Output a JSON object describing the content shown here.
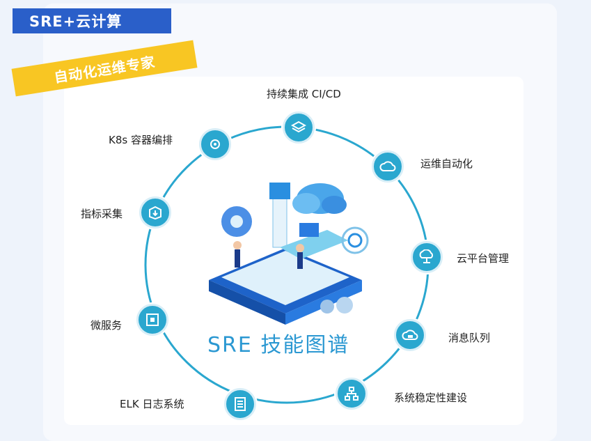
{
  "header": {
    "title": "SRE+云计算",
    "ribbon": "自动化运维专家"
  },
  "center_title": "SRE 技能图谱",
  "nodes": [
    {
      "label": "持续集成 CI/CD",
      "icon": "layers-icon"
    },
    {
      "label": "运维自动化",
      "icon": "cloud-refresh-icon"
    },
    {
      "label": "云平台管理",
      "icon": "cloud-network-icon"
    },
    {
      "label": "消息队列",
      "icon": "cloud-mail-icon"
    },
    {
      "label": "系统稳定性建设",
      "icon": "hierarchy-icon"
    },
    {
      "label": "ELK 日志系统",
      "icon": "document-icon"
    },
    {
      "label": "微服务",
      "icon": "app-grid-icon"
    },
    {
      "label": "指标采集",
      "icon": "box-download-icon"
    },
    {
      "label": "K8s 容器编排",
      "icon": "gear-icon"
    }
  ],
  "colors": {
    "primary": "#2a5fc9",
    "accent": "#f8c623",
    "node": "#2aa7cf",
    "ring": "#2aa7cf"
  }
}
